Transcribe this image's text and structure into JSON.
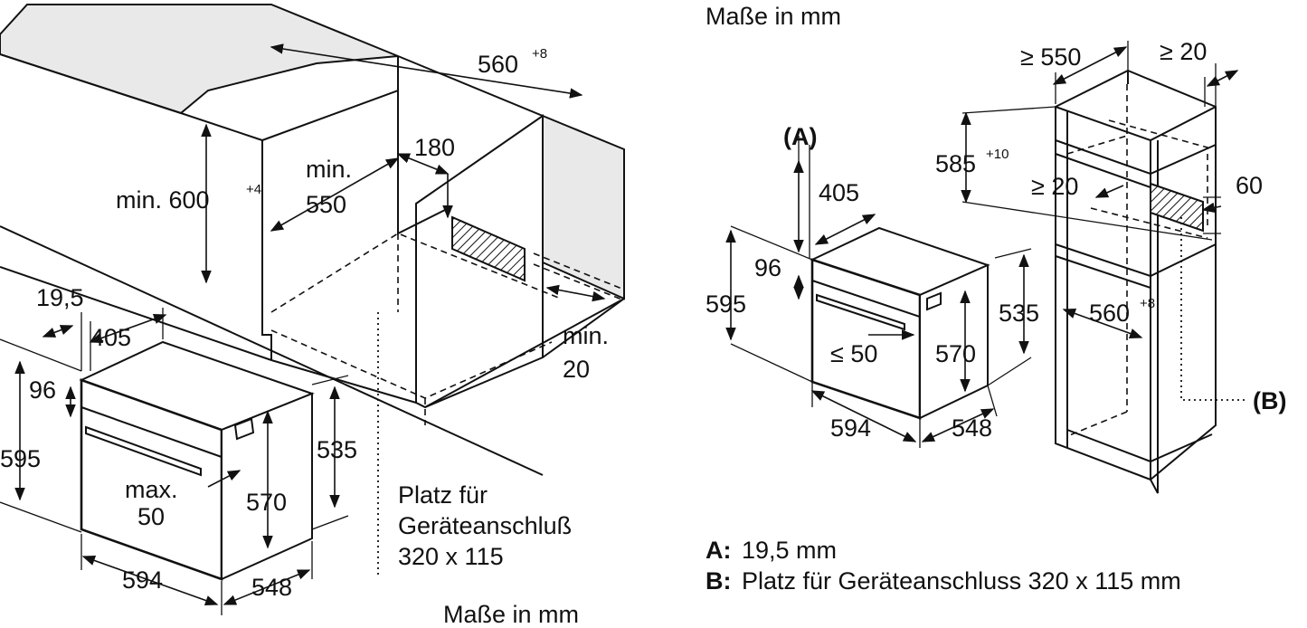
{
  "left": {
    "niche_width": "560",
    "niche_width_tol": "+8",
    "min_height": "min. 600",
    "min_height_tol": "+4",
    "min_depth_1": "min.",
    "min_depth_2": "550",
    "conn_offset": "180",
    "min_gap_1": "min.",
    "min_gap_2": "20",
    "panel_a": "19,5",
    "front_depth": "405",
    "handle_drop": "96",
    "total_height": "595",
    "max_label_1": "max.",
    "max_label_2": "50",
    "body_height": "535",
    "inner_height": "570",
    "width": "594",
    "depth": "548",
    "note_1": "Platz für",
    "note_2": "Geräteanschluß",
    "note_3": "320 x 115",
    "units": "Maße in mm"
  },
  "right": {
    "units": "Maße in mm",
    "marker_a": "(A)",
    "front_depth": "405",
    "handle_drop": "96",
    "total_height": "595",
    "le_50": "≤ 50",
    "inner_height": "570",
    "body_height": "535",
    "width": "594",
    "depth": "548",
    "cab_depth": "≥ 550",
    "side_gap": "≥ 20",
    "niche_height": "585",
    "niche_height_tol": "+10",
    "vent_gap": "≥ 20",
    "vent_height": "60",
    "niche_width": "560",
    "niche_width_tol": "+8",
    "marker_b": "(B)"
  },
  "legend": {
    "a_key": "A:",
    "a_text": "19,5 mm",
    "b_key": "B:",
    "b_text": "Platz für Geräteanschluss 320 x 115 mm"
  }
}
